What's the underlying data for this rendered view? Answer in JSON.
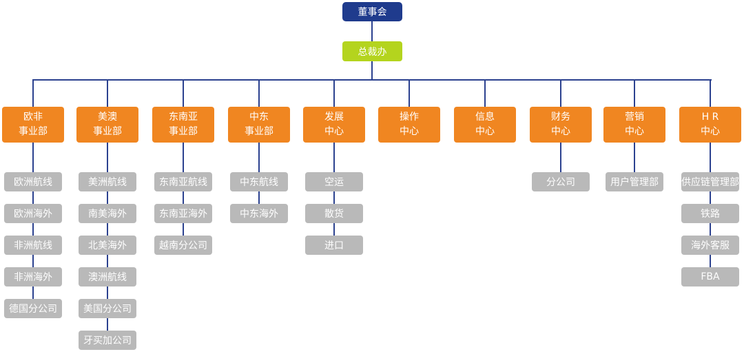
{
  "root": {
    "label": "董事会"
  },
  "president": {
    "label": "总裁办"
  },
  "colors": {
    "navy": "#1f3b8d",
    "green": "#b4d41e",
    "orange": "#f08621",
    "gray": "#b9b9b9",
    "line": "#2b418f"
  },
  "columns": [
    {
      "line1": "欧非",
      "line2": "事业部",
      "children": [
        "欧洲航线",
        "欧洲海外",
        "非洲航线",
        "非洲海外",
        "德国分公司"
      ]
    },
    {
      "line1": "美澳",
      "line2": "事业部",
      "children": [
        "美洲航线",
        "南美海外",
        "北美海外",
        "澳洲航线",
        "美国分公司",
        "牙买加公司"
      ]
    },
    {
      "line1": "东南亚",
      "line2": "事业部",
      "children": [
        "东南亚航线",
        "东南亚海外",
        "越南分公司"
      ]
    },
    {
      "line1": "中东",
      "line2": "事业部",
      "children": [
        "中东航线",
        "中东海外"
      ]
    },
    {
      "line1": "发展",
      "line2": "中心",
      "children": [
        "空运",
        "散货",
        "进口"
      ]
    },
    {
      "line1": "操作",
      "line2": "中心",
      "children": []
    },
    {
      "line1": "信息",
      "line2": "中心",
      "children": []
    },
    {
      "line1": "财务",
      "line2": "中心",
      "children": [
        "分公司"
      ]
    },
    {
      "line1": "营销",
      "line2": "中心",
      "children": [
        "用户管理部"
      ]
    },
    {
      "line1": "H R",
      "line2": "中心",
      "children": [
        "供应链管理部",
        "铁路",
        "海外客服",
        "FBA"
      ]
    }
  ]
}
